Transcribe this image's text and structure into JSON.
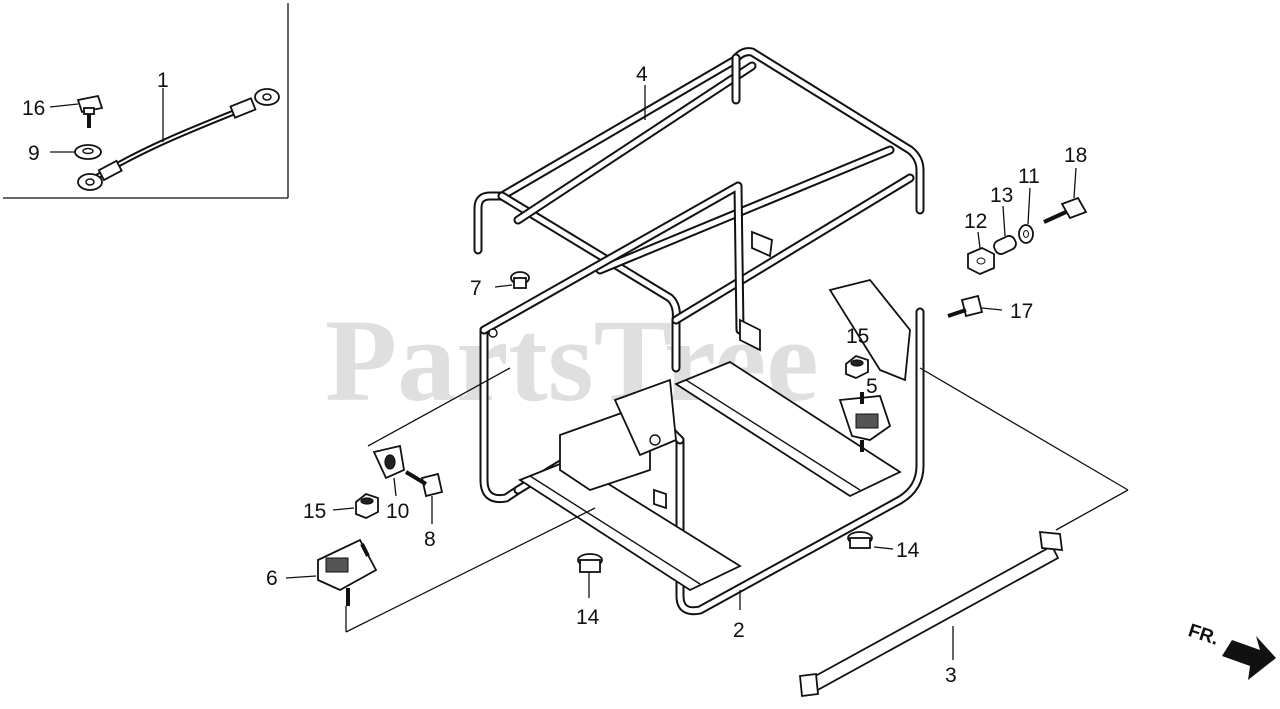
{
  "diagram": {
    "callouts": [
      {
        "id": "label-1",
        "text": "1"
      },
      {
        "id": "label-2",
        "text": "2"
      },
      {
        "id": "label-3",
        "text": "3"
      },
      {
        "id": "label-4",
        "text": "4"
      },
      {
        "id": "label-5",
        "text": "5"
      },
      {
        "id": "label-6",
        "text": "6"
      },
      {
        "id": "label-7",
        "text": "7"
      },
      {
        "id": "label-8",
        "text": "8"
      },
      {
        "id": "label-9",
        "text": "9"
      },
      {
        "id": "label-10",
        "text": "10"
      },
      {
        "id": "label-11",
        "text": "11"
      },
      {
        "id": "label-12",
        "text": "12"
      },
      {
        "id": "label-13",
        "text": "13"
      },
      {
        "id": "label-14a",
        "text": "14"
      },
      {
        "id": "label-14b",
        "text": "14"
      },
      {
        "id": "label-15a",
        "text": "15"
      },
      {
        "id": "label-15b",
        "text": "15"
      },
      {
        "id": "label-16",
        "text": "16"
      },
      {
        "id": "label-17",
        "text": "17"
      },
      {
        "id": "label-18",
        "text": "18"
      }
    ],
    "front_marker": "FR.",
    "watermark": "PartsTree",
    "colors": {
      "line": "#111111",
      "watermark": "#d9d9d9",
      "background": "#ffffff"
    }
  }
}
